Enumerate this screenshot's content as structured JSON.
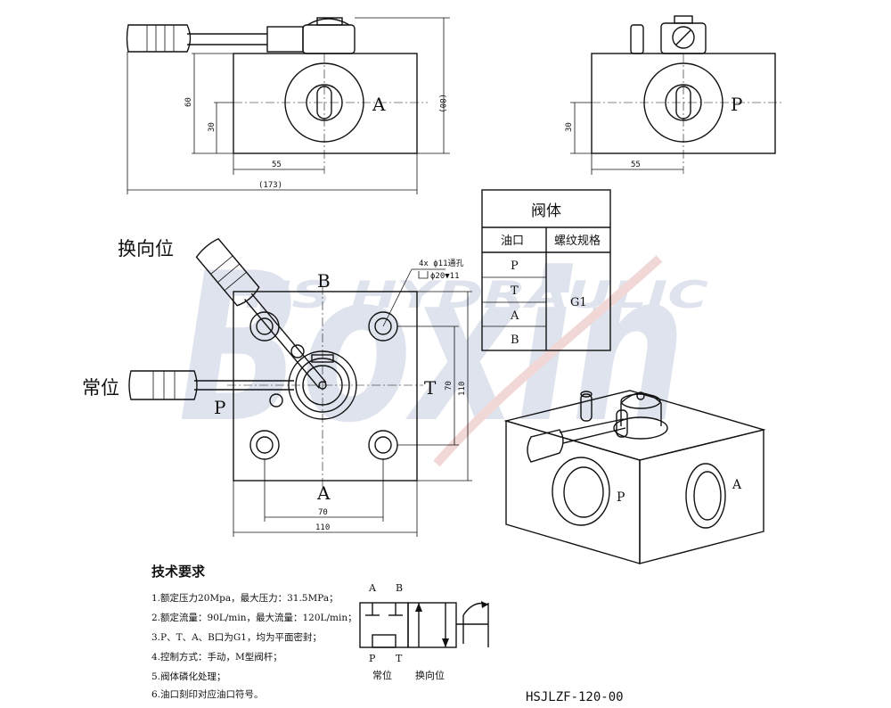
{
  "watermark": {
    "big": "Boxin",
    "sub": "HS HYDRAULIC",
    "color": "#c5cde0",
    "accent": "#e8b8b8"
  },
  "top_left_view": {
    "port_label": "A",
    "dim_60": "60",
    "dim_30": "30",
    "dim_55": "55",
    "dim_173": "(173)",
    "dim_80": "(80)"
  },
  "top_right_view": {
    "port_label": "P",
    "dim_30": "30",
    "dim_55": "55"
  },
  "front_view": {
    "label_switch": "换向位",
    "label_normal": "常位",
    "port_B": "B",
    "port_P": "P",
    "port_T": "T",
    "port_A": "A",
    "hole_note_1": "4x ϕ11通孔",
    "hole_note_2": "ϕ20▼11",
    "dim_70_h": "70",
    "dim_110_h": "110",
    "dim_70_v": "70",
    "dim_110_v": "110"
  },
  "table": {
    "title": "阀体",
    "col1": "油口",
    "col2": "螺纹规格",
    "rows": [
      "P",
      "T",
      "A",
      "B"
    ],
    "spec": "G1"
  },
  "iso_view": {
    "port_P": "P",
    "port_A": "A"
  },
  "tech": {
    "title": "技术要求",
    "items": [
      "1.额定压力20Mpa，最大压力：31.5MPa；",
      "2.额定流量：90L/min，最大流量：120L/min；",
      "3.P、T、A、B口为G1，均为平面密封；",
      "4.控制方式：手动，M型阀杆；",
      "5.阀体磷化处理；",
      "6.油口刻印对应油口符号。"
    ]
  },
  "symbol": {
    "A": "A",
    "B": "B",
    "P": "P",
    "T": "T",
    "normal": "常位",
    "switch": "换向位"
  },
  "model": "HSJLZF-120-00"
}
